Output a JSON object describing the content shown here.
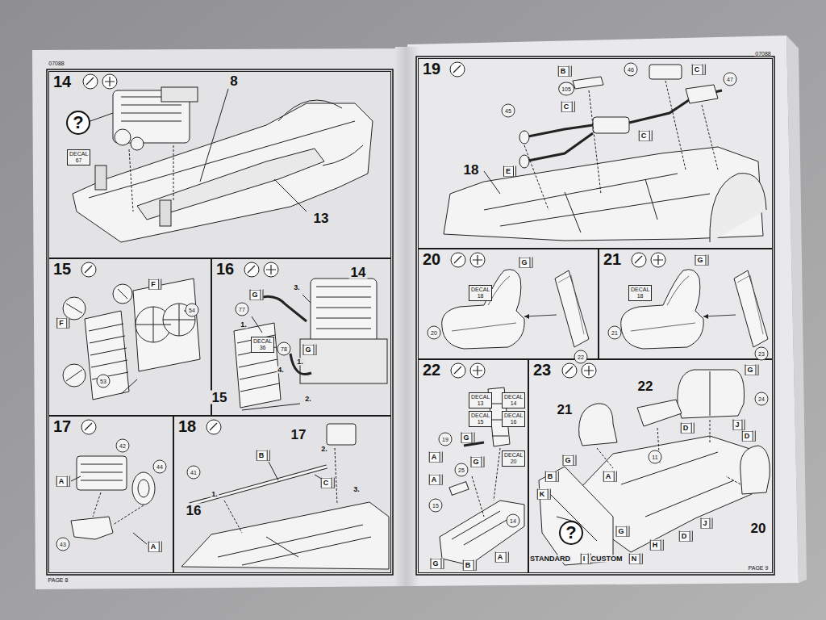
{
  "diagram": {
    "nodes": [
      {
        "text": [
          "14"
        ]
      },
      {
        "text": [
          "15"
        ]
      },
      {
        "text": [
          "16"
        ]
      },
      {
        "text": [
          "17"
        ]
      },
      {
        "text": [
          "18"
        ]
      },
      {
        "text": [
          "19"
        ]
      },
      {
        "text": [
          "20"
        ]
      },
      {
        "text": [
          "21"
        ]
      },
      {
        "text": [
          "22"
        ]
      },
      {
        "text": [
          "23"
        ]
      },
      {
        "text": [
          "DECAL 67"
        ],
        "in": 0
      },
      {
        "text": [
          "DECAL 36"
        ],
        "in": 2
      },
      {
        "text": [
          "DECAL 18"
        ],
        "in": 6
      },
      {
        "text": [
          "DECAL 18"
        ],
        "in": 7
      },
      {
        "text": [
          "DECAL 13"
        ],
        "in": 8
      },
      {
        "text": [
          "DECAL 14"
        ],
        "in": 8
      },
      {
        "text": [
          "DECAL 15"
        ],
        "in": 8
      },
      {
        "text": [
          "DECAL 16"
        ],
        "in": 8
      },
      {
        "text": [
          "DECAL 20"
        ],
        "in": 8
      }
    ],
    "labels": [
      "07088",
      "07088",
      "PAGE 8",
      "PAGE 9",
      "8",
      "13",
      "?",
      "F",
      "F",
      "54",
      "53",
      "14",
      "77",
      "G",
      "3.",
      "1.",
      "78",
      "4.",
      "1.",
      "G",
      "15",
      "2.",
      "42",
      "44",
      "A",
      "43",
      "A",
      "17",
      "2.",
      "B",
      "C",
      "41",
      "1.",
      "3.",
      "16",
      "B",
      "105",
      "46",
      "C",
      "47",
      "45",
      "C",
      "C",
      "E",
      "18",
      "G",
      "20",
      "22",
      "G",
      "21",
      "23",
      "19",
      "G",
      "A",
      "25",
      "A",
      "G",
      "15",
      "14",
      "G",
      "B",
      "A",
      "21",
      "22",
      "G",
      "24",
      "D",
      "J",
      "D",
      "B",
      "G",
      "A",
      "11",
      "K",
      "20",
      "G",
      "H",
      "D",
      "J",
      "?",
      "STANDARD",
      "I",
      "CUSTOM",
      "N"
    ]
  }
}
